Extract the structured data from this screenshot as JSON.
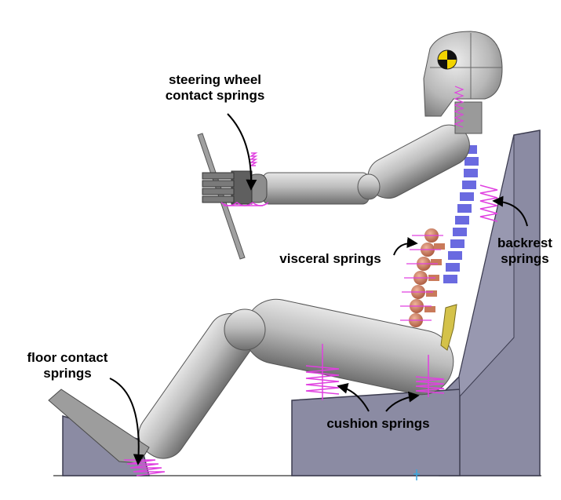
{
  "labels": {
    "steering": {
      "line1": "steering wheel",
      "line2": "contact springs"
    },
    "backrest": {
      "line1": "backrest",
      "line2": "springs"
    },
    "visceral": {
      "line1": "visceral springs"
    },
    "floor": {
      "line1": "floor contact",
      "line2": "springs"
    },
    "cushion": {
      "line1": "cushion springs"
    }
  },
  "colors": {
    "seat": "#8b8ba3",
    "seat_edge": "#3c3c50",
    "body": "#b5b5b5",
    "body_dark": "#6e6e6e",
    "spring": "#e040e0",
    "vertebra": "#6a6ae0",
    "viscera": "#c97a5a",
    "dummy_badge_yellow": "#f2d400",
    "floor_line": "#555555"
  },
  "icons": {
    "dummy_head_badge": "crash-test-target-icon"
  }
}
